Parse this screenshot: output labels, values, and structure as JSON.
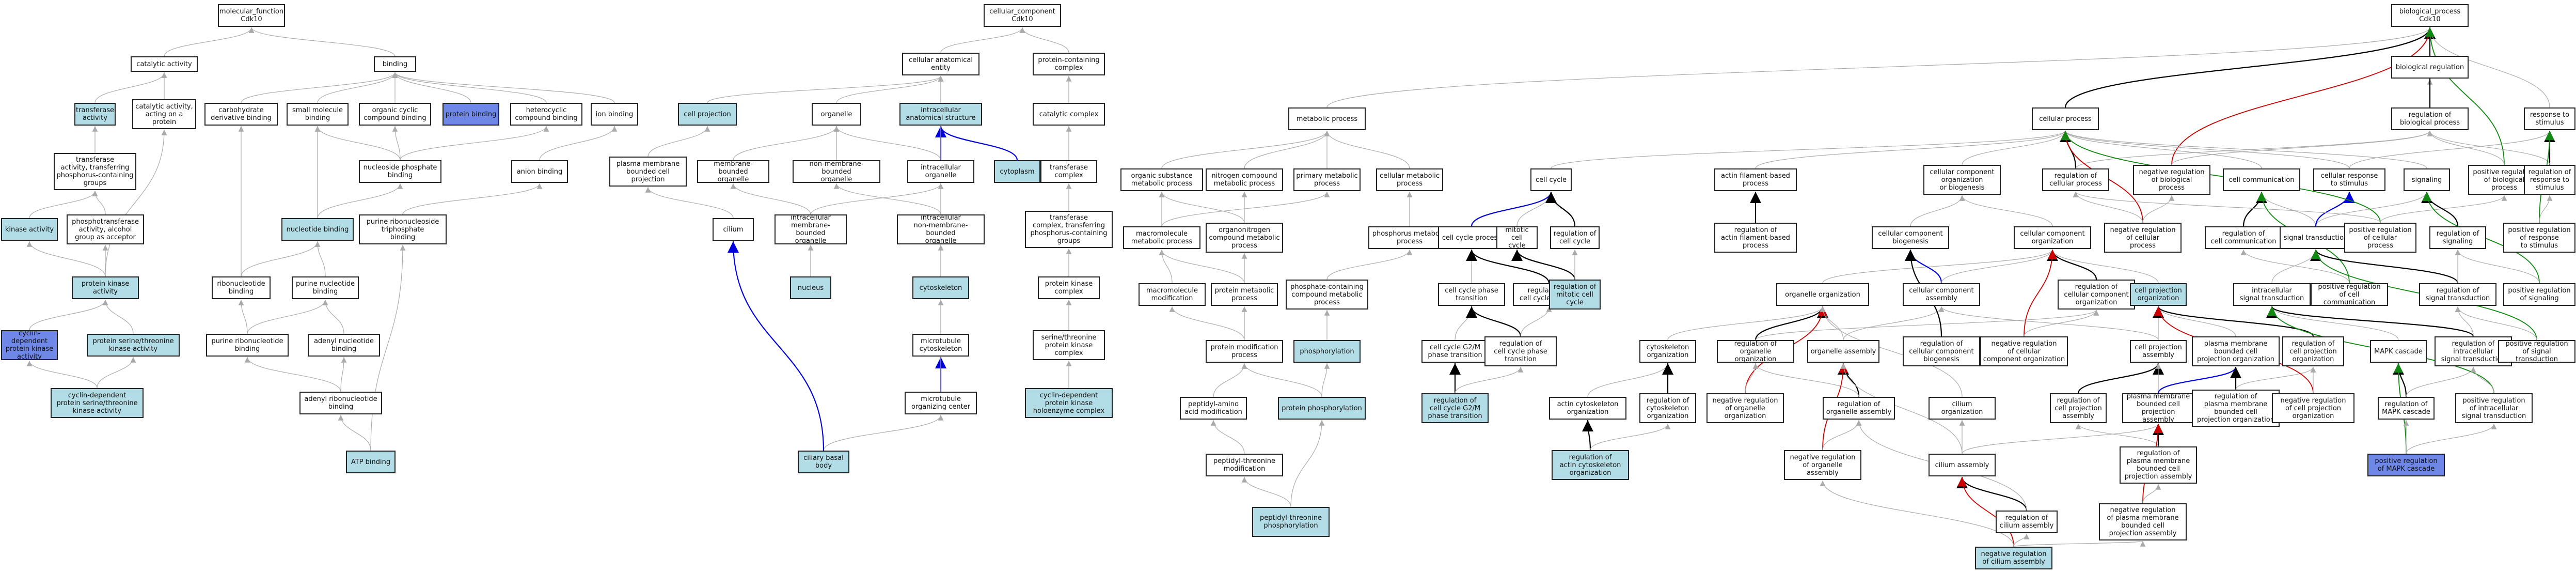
{
  "nodes": {
    "mf": "molecular_function\nCdk10",
    "catalytic": "catalytic activity",
    "binding": "binding",
    "transferase": "transferase\nactivity",
    "catactprot": "catalytic activity,\nacting on a\nprotein",
    "carbderiv": "carbohydrate\nderivative binding",
    "smallmol": "small molecule\nbinding",
    "orgcyc": "organic cyclic\ncompound binding",
    "protbind": "protein binding",
    "hetcyc": "heterocyclic\ncompound binding",
    "ionbind": "ion binding",
    "transphos": "transferase\nactivity, transferring\nphosphorus-containing\ngroups",
    "nucphos": "nucleoside phosphate\nbinding",
    "anion": "anion binding",
    "kinase": "kinase activity",
    "phosalc": "phosphotransferase\nactivity, alcohol\ngroup as acceptor",
    "nucleotide": "nucleotide binding",
    "purineribotri": "purine ribonucleoside\ntriphosphate\nbinding",
    "protkinase": "protein kinase\nactivity",
    "ribonuc": "ribonucleotide\nbinding",
    "purinenuc": "purine nucleotide\nbinding",
    "cdk": "cyclin-dependent\nprotein kinase\nactivity",
    "serthr": "protein serine/threonine\nkinase activity",
    "purineribo": "purine ribonucleotide\nbinding",
    "adenylnuc": "adenyl nucleotide\nbinding",
    "cdkserthr": "cyclin-dependent\nprotein serine/threonine\nkinase activity",
    "adenylribo": "adenyl ribonucleotide\nbinding",
    "atp": "ATP binding",
    "cc": "cellular_component\nCdk10",
    "cellanat": "cellular anatomical\nentity",
    "protcomplex": "protein-containing\ncomplex",
    "cellproj": "cell projection",
    "organelle": "organelle",
    "intracellular": "intracellular\nanatomical structure",
    "catcomplex": "catalytic complex",
    "pmbcp": "plasma membrane\nbounded cell\nprojection",
    "membbound": "membrane-bounded\norganelle",
    "nonmemb": "non-membrane-bounded\norganelle",
    "intraorg": "intracellular\norganelle",
    "cytoplasm": "cytoplasm",
    "transcomplex": "transferase\ncomplex",
    "cilium": "cilium",
    "intramemb": "intracellular\nmembrane-bounded\norganelle",
    "intranonmemb": "intracellular\nnon-membrane-bounded\norganelle",
    "transcomplex2": "transferase\ncomplex, transferring\nphosphorus-containing\ngroups",
    "nucleus": "nucleus",
    "cytoskeleton": "cytoskeleton",
    "pkcomplex": "protein kinase\ncomplex",
    "mtcyto": "microtubule\ncytoskeleton",
    "serthrcomplex": "serine/threonine\nprotein kinase\ncomplex",
    "mtoc": "microtubule\norganizing center",
    "cdkholo": "cyclin-dependent\nprotein kinase\nholoenzyme complex",
    "basalbody": "ciliary basal\nbody",
    "bp": "biological_process\nCdk10",
    "metabolic": "metabolic process",
    "cellproc": "cellular process",
    "bioreg": "biological regulation",
    "regbio": "regulation of\nbiological process",
    "response": "response to\nstimulus",
    "orgsubst": "organic substance\nmetabolic process",
    "nitrogen": "nitrogen compound\nmetabolic process",
    "primary": "primary metabolic\nprocess",
    "cellmet": "cellular metabolic\nprocess",
    "cellcycle": "cell cycle",
    "actinproc": "actin filament-based\nprocess",
    "ccorgbio": "cellular component\norganization\nor biogenesis",
    "regcellproc": "regulation of\ncellular process",
    "negregbio": "negative regulation\nof biological\nprocess",
    "cellcomm": "cell communication",
    "cellresp": "cellular response\nto stimulus",
    "signaling": "signaling",
    "posregbio": "positive regulation\nof biological\nprocess",
    "regresp": "regulation of\nresponse to\nstimulus",
    "macromol": "macromolecule\nmetabolic process",
    "organonitrogen": "organonitrogen\ncompound metabolic\nprocess",
    "phosmet": "phosphorus metabolic\nprocess",
    "cellcycleproc": "cell cycle process",
    "mitotic": "mitotic cell\ncycle",
    "regcellcycle": "regulation of\ncell cycle",
    "regactin": "regulation of\nactin filament-based\nprocess",
    "ccbio": "cellular component\nbiogenesis",
    "ccorg": "cellular component\norganization",
    "negregcell": "negative regulation\nof cellular\nprocess",
    "regcellcomm": "regulation of\ncell communication",
    "signaltrans": "signal transduction",
    "posregcell": "positive regulation\nof cellular\nprocess",
    "regsignaling": "regulation of\nsignaling",
    "posregresp": "positive regulation\nof response\nto stimulus",
    "macromod": "macromolecule\nmodification",
    "protmet": "protein metabolic\nprocess",
    "phoscomp": "phosphate-containing\ncompound metabolic\nprocess",
    "ccphase": "cell cycle phase\ntransition",
    "regccproc": "regulation of\ncell cycle process",
    "regmitotic": "regulation of\nmitotic cell\ncycle",
    "organelleorg": "organelle organization",
    "ccassembly": "cellular component\nassembly",
    "regccorg": "regulation of\ncellular component\norganization",
    "cellprojorg": "cell projection\norganization",
    "intrasig": "intracellular\nsignal transduction",
    "posregcellcomm": "positive regulation\nof cell communication",
    "regsigtrans": "regulation of\nsignal transduction",
    "posregsignaling": "positive regulation\nof signaling",
    "protmod": "protein modification\nprocess",
    "phosphorylation": "phosphorylation",
    "g2m": "cell cycle G2/M\nphase transition",
    "regphase": "regulation of\ncell cycle phase\ntransition",
    "cytoorg": "cytoskeleton\norganization",
    "regorganelleorg": "regulation of\norganelle organization",
    "organelleassembly": "organelle assembly",
    "regccbio": "regulation of\ncellular component\nbiogenesis",
    "negregccorg": "negative regulation\nof cellular\ncomponent organization",
    "cellprojassembly": "cell projection\nassembly",
    "pmbcporg": "plasma membrane\nbounded cell\nprojection organization",
    "regcellprojorg": "regulation of\ncell projection\norganization",
    "mapk": "MAPK cascade",
    "regintrasig": "regulation of\nintracellular\nsignal transduction",
    "posregsigtrans": "positive regulation\nof signal transduction",
    "peptidylaa": "peptidyl-amino\nacid modification",
    "protphos": "protein phosphorylation",
    "regg2m": "regulation of\ncell cycle G2/M\nphase transition",
    "actincytoorg": "actin cytoskeleton\norganization",
    "regcytoorg": "regulation of\ncytoskeleton\norganization",
    "negregorganelleorg": "negative regulation\nof organelle\norganization",
    "regorganelleassembly": "regulation of\norganelle assembly",
    "ciliumorg": "cilium organization",
    "regcellprojassembly": "regulation of\ncell projection\nassembly",
    "pmbcpassembly": "plasma membrane\nbounded cell\nprojection assembly",
    "regpmbcporg": "regulation of\nplasma membrane\nbounded cell\nprojection organization",
    "negregcellprojorg": "negative regulation\nof cell projection\norganization",
    "regmapk": "regulation of\nMAPK cascade",
    "posregintrasig": "positive regulation\nof intracellular\nsignal transduction",
    "peptidylthr": "peptidyl-threonine\nmodification",
    "regactincytoorg": "regulation of\nactin cytoskeleton\norganization",
    "negregorganelleassembly": "negative regulation\nof organelle\nassembly",
    "ciliumassembly": "cilium assembly",
    "regpmbcpassembly": "regulation of\nplasma membrane\nbounded cell\nprojection assembly",
    "posregmapk": "positive regulation\nof MAPK cascade",
    "peptidylthrphos": "peptidyl-threonine\nphosphorylation",
    "regciliumassembly": "regulation of\ncilium assembly",
    "negregpmbcpassembly": "negative regulation\nof plasma membrane\nbounded cell\nprojection assembly",
    "negregciliumassembly": "negative regulation\nof cilium assembly"
  },
  "colors": {
    "highlight": "#b2dce6",
    "annotated": "#6f88e8",
    "is_a": "#aaaaaa",
    "part_of": "#0000dd",
    "regulates": "#000000",
    "negatively_regulates": "#cc0000",
    "positively_regulates": "#118811"
  }
}
